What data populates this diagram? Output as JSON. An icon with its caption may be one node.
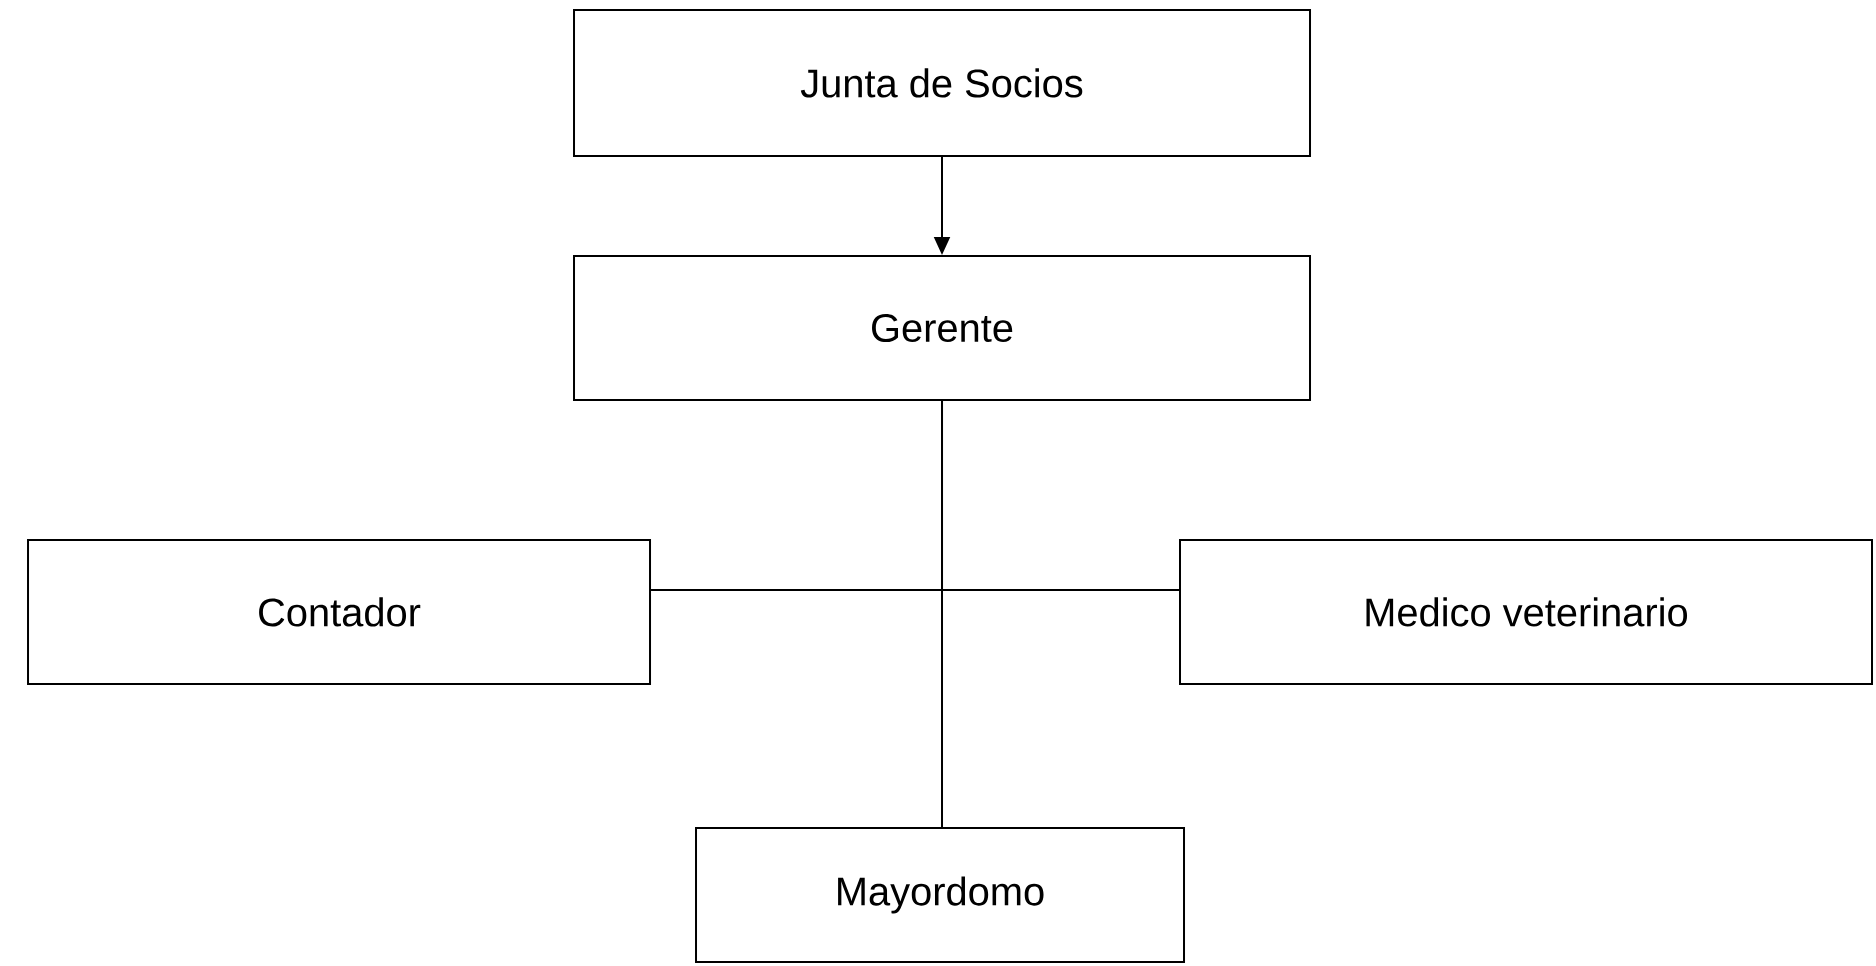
{
  "diagram": {
    "nodes": [
      {
        "text": [
          "Junta de Socios"
        ]
      },
      {
        "text": [
          "Gerente"
        ]
      },
      {
        "text": [
          "Contador"
        ]
      },
      {
        "text": [
          "Medico veterinario"
        ]
      },
      {
        "text": [
          "Mayordomo"
        ]
      }
    ],
    "edges": [
      {
        "from": 0,
        "to": 1,
        "arrow": "to"
      },
      {
        "from": 1,
        "to": 2,
        "arrow": "none"
      },
      {
        "from": 1,
        "to": 3,
        "arrow": "none"
      },
      {
        "from": 1,
        "to": 4,
        "arrow": "none"
      }
    ]
  }
}
